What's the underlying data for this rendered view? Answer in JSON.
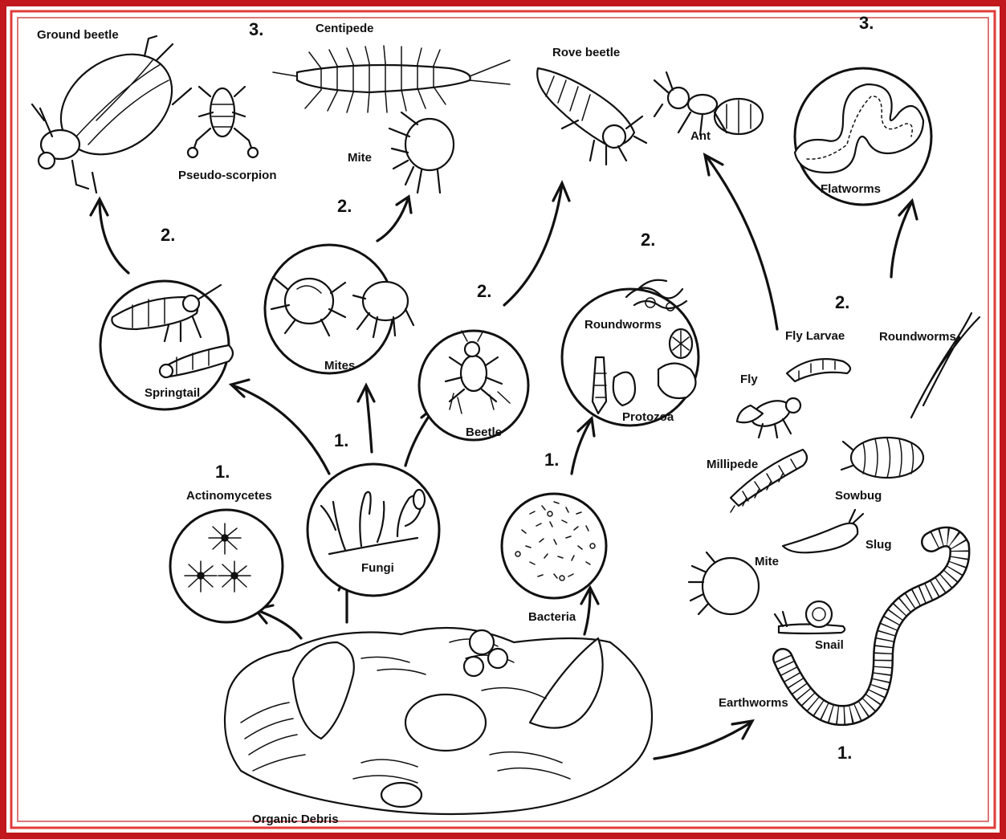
{
  "labels": {
    "ground_beetle": "Ground beetle",
    "centipede": "Centipede",
    "rove_beetle": "Rove beetle",
    "pseudo_scorpion": "Pseudo-scorpion",
    "mite_top": "Mite",
    "ant": "Ant",
    "flatworms": "Flatworms",
    "springtail": "Springtail",
    "mites": "Mites",
    "beetle": "Beetle",
    "roundworms_circle": "Roundworms",
    "protozoa": "Protozoa",
    "actinomycetes": "Actinomycetes",
    "fungi": "Fungi",
    "bacteria": "Bacteria",
    "fly_larvae": "Fly Larvae",
    "roundworms_right": "Roundworms",
    "fly": "Fly",
    "millipede": "Millipede",
    "sowbug": "Sowbug",
    "slug": "Slug",
    "mite_right": "Mite",
    "snail": "Snail",
    "earthworms": "Earthworms",
    "organic_debris": "Organic Debris"
  },
  "levels": {
    "l3_top_left": "3.",
    "l3_top_right": "3.",
    "l2_springtail": "2.",
    "l2_mites": "2.",
    "l2_beetle": "2.",
    "l2_protozoa": "2.",
    "l2_right": "2.",
    "l1_fungi": "1.",
    "l1_actino": "1.",
    "l1_bacteria": "1.",
    "l1_right": "1."
  },
  "colors": {
    "border_outer": "#c0181c",
    "border_inner": "#e23a3a",
    "ink": "#111111"
  }
}
